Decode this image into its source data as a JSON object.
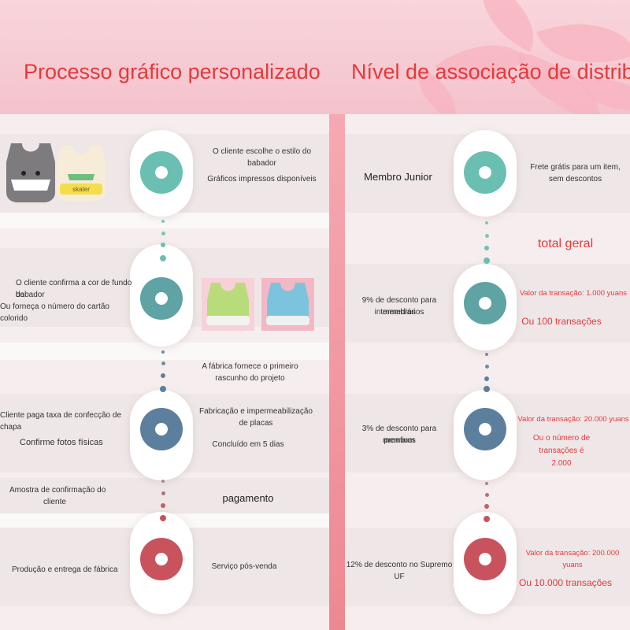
{
  "left": {
    "title": "Processo gráfico personalizado",
    "step1_line1": "O cliente escolhe o estilo do",
    "step1_line2": "babador",
    "step1_line3": "Gráficos impressos disponíveis",
    "step2_line1": "O cliente confirma a cor de fundo do",
    "step2_line2": "babador",
    "step2_line3": "Ou forneça o número do cartão colorido",
    "step3_line1": "A fábrica fornece o primeiro",
    "step3_line2": "rascunho do projeto",
    "step4_left_a": "Cliente paga taxa de confecção de chapa",
    "step4_left_b": "Confirme fotos físicas",
    "step4_right_a1": "Fabricação e impermeabilização",
    "step4_right_a2": "de placas",
    "step4_right_b": "Concluído em 5 dias",
    "step5_line1": "Amostra de confirmação do",
    "step5_line2": "cliente",
    "step5_right": "pagamento",
    "step6_left": "Produção e entrega de fábrica",
    "step6_right": "Serviço pós-venda",
    "bib_text": "skater"
  },
  "right": {
    "title": "Nível de associação de distribuição",
    "tier1_name": "Membro Junior",
    "tier1_benefit_line1": "Frete grátis para um item,",
    "tier1_benefit_line2": "sem descontos",
    "total_label": "total geral",
    "tier2_name_line1": "9% de desconto para membros",
    "tier2_name_line2": "intermediários",
    "tier2_req_a": "Valor da transação: 1.000 yuans",
    "tier2_req_b": "Ou 100 transações",
    "tier3_name_line1": "3% de desconto para membros",
    "tier3_name_line2": "premium",
    "tier3_req_a": "Valor da transação: 20.000 yuans",
    "tier3_req_b1": "Ou o número de",
    "tier3_req_b2": "transações é",
    "tier3_req_b3": "2.000",
    "tier4_name": "12% de desconto no Supremo UF",
    "tier4_req_a": "Valor da transação: 200.000 yuans",
    "tier4_req_b": "Ou 10.000 transações"
  },
  "colors": {
    "accent_red": "#e4393c",
    "teal": "#6bbfb2",
    "teal_dark": "#5fa3a4",
    "blue": "#5d7f9e",
    "rose": "#c9535c",
    "pink_divider": "#ee8890"
  }
}
